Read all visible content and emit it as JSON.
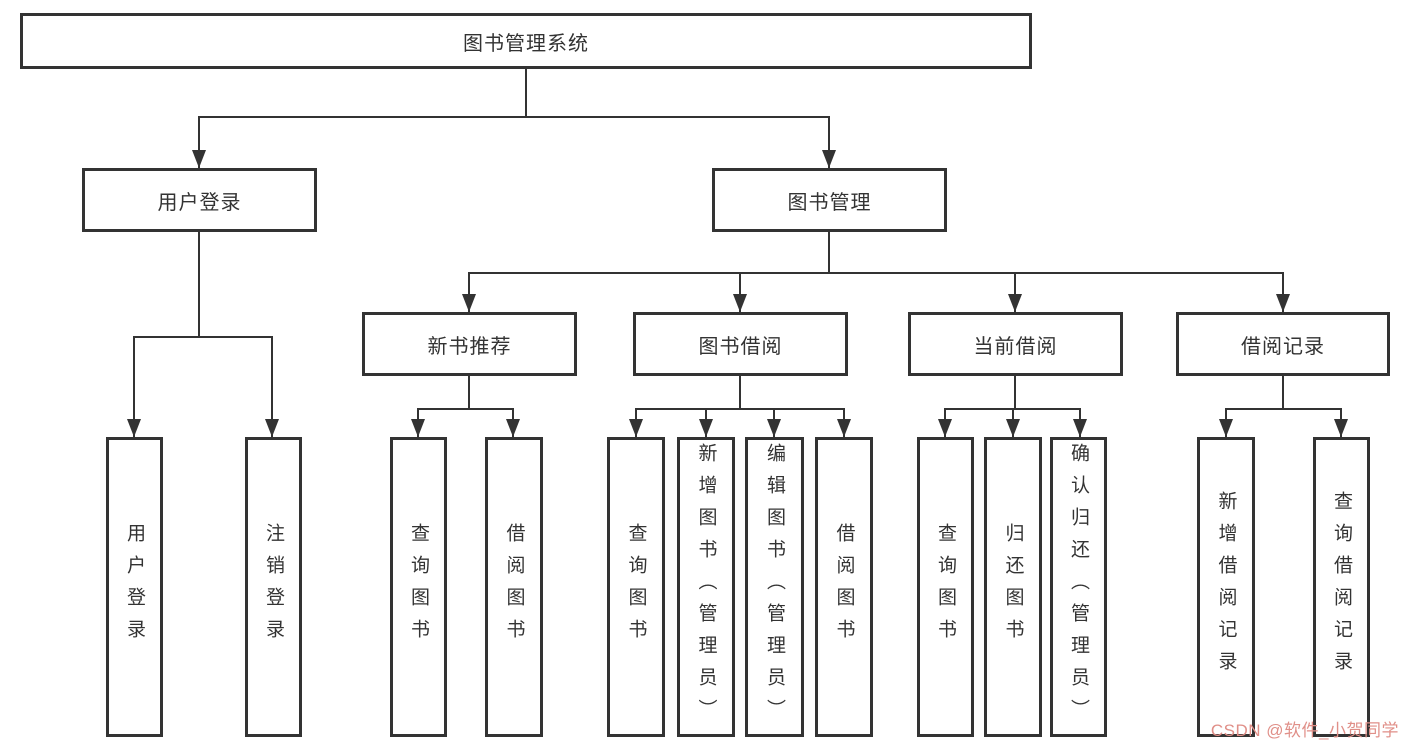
{
  "diagram_title": "图书管理系统",
  "tree": {
    "root": {
      "label": "图书管理系统"
    },
    "branches": [
      {
        "label": "用户登录",
        "children": [
          {
            "label": "用户登录"
          },
          {
            "label": "注销登录"
          }
        ]
      },
      {
        "label": "图书管理",
        "children": [
          {
            "label": "新书推荐",
            "children": [
              {
                "label": "查询图书"
              },
              {
                "label": "借阅图书"
              }
            ]
          },
          {
            "label": "图书借阅",
            "children": [
              {
                "label": "查询图书"
              },
              {
                "label": "新增图书（管理员）"
              },
              {
                "label": "编辑图书（管理员）"
              },
              {
                "label": "借阅图书"
              }
            ]
          },
          {
            "label": "当前借阅",
            "children": [
              {
                "label": "查询图书"
              },
              {
                "label": "归还图书"
              },
              {
                "label": "确认归还（管理员）"
              }
            ]
          },
          {
            "label": "借阅记录",
            "children": [
              {
                "label": "新增借阅记录"
              },
              {
                "label": "查询借阅记录"
              }
            ]
          }
        ]
      }
    ]
  },
  "watermark": {
    "text": "CSDN @软件_小贺同学"
  },
  "colors": {
    "line": "#333333",
    "box_border": "#333333",
    "box_bg": "#ffffff",
    "text": "#333333",
    "page_bg": "#ffffff",
    "watermark": "#e08f88"
  }
}
